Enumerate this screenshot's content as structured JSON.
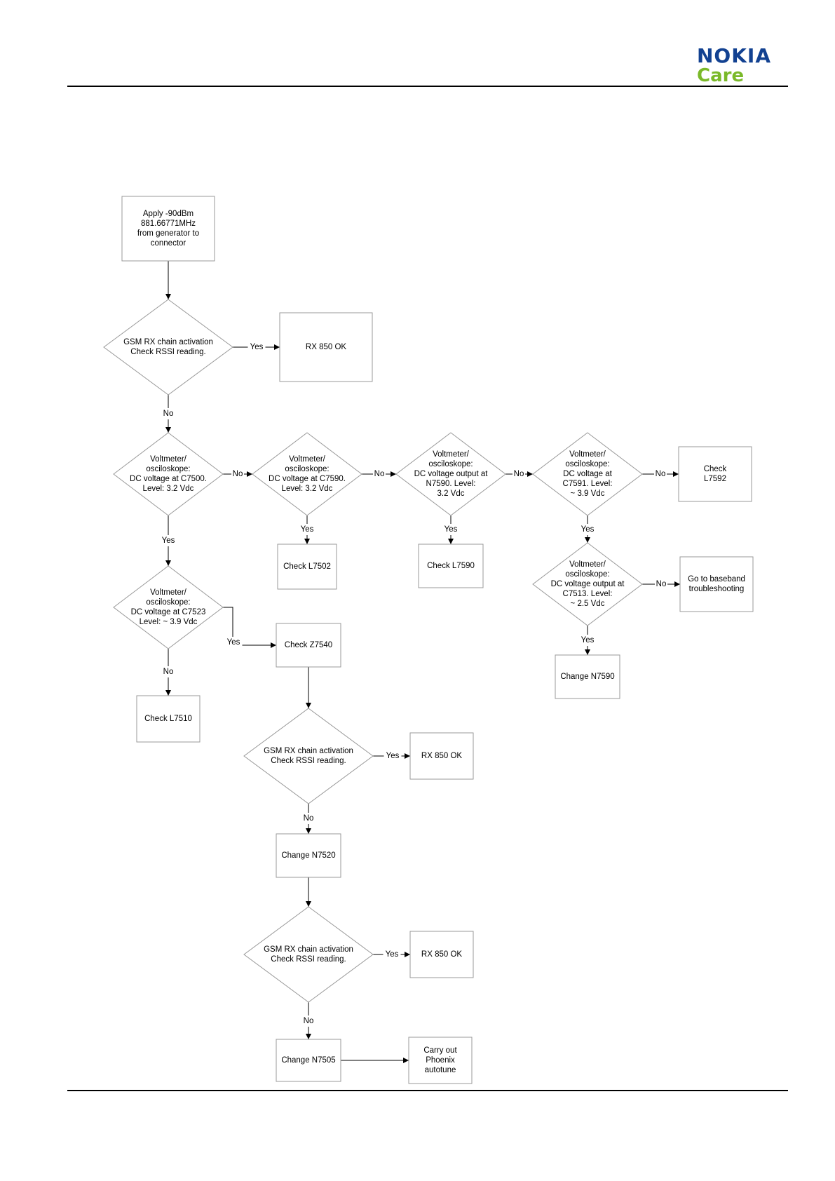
{
  "header": {
    "brand": "NOKIA",
    "sub_brand": "Care"
  },
  "colors": {
    "brand_blue": "#124191",
    "brand_green": "#7ab929",
    "line": "#000000",
    "shape_stroke": "#999999"
  },
  "flowchart": {
    "nodes": [
      {
        "id": "n1",
        "shape": "rect",
        "lines": [
          "Apply -90dBm",
          "881.66771MHz",
          "from generator to",
          "connector"
        ]
      },
      {
        "id": "d1",
        "shape": "diamond",
        "lines": [
          "GSM RX chain activation",
          "Check RSSI reading."
        ]
      },
      {
        "id": "r1",
        "shape": "rect",
        "lines": [
          "RX 850 OK"
        ]
      },
      {
        "id": "d2",
        "shape": "diamond",
        "lines": [
          "Voltmeter/",
          "osciloskope:",
          "DC voltage at C7500.",
          "Level: 3.2 Vdc"
        ]
      },
      {
        "id": "d3",
        "shape": "diamond",
        "lines": [
          "Voltmeter/",
          "osciloskope:",
          "DC voltage at C7590.",
          "Level: 3.2 Vdc"
        ]
      },
      {
        "id": "d4",
        "shape": "diamond",
        "lines": [
          "Voltmeter/",
          "osciloskope:",
          "DC voltage output at",
          "N7590. Level:",
          "3.2 Vdc"
        ]
      },
      {
        "id": "d5",
        "shape": "diamond",
        "lines": [
          "Voltmeter/",
          "osciloskope:",
          "DC voltage at",
          "C7591. Level:",
          "~ 3.9 Vdc"
        ]
      },
      {
        "id": "r2",
        "shape": "rect",
        "lines": [
          "Check",
          "L7592"
        ]
      },
      {
        "id": "r3",
        "shape": "rect",
        "lines": [
          "Check L7502"
        ]
      },
      {
        "id": "r4",
        "shape": "rect",
        "lines": [
          "Check L7590"
        ]
      },
      {
        "id": "d6",
        "shape": "diamond",
        "lines": [
          "Voltmeter/",
          "osciloskope:",
          "DC voltage output at",
          "C7513. Level:",
          "~ 2.5 Vdc"
        ]
      },
      {
        "id": "r5",
        "shape": "rect",
        "lines": [
          "Go to baseband",
          "troubleshooting"
        ]
      },
      {
        "id": "r6",
        "shape": "rect",
        "lines": [
          "Change N7590"
        ]
      },
      {
        "id": "d7",
        "shape": "diamond",
        "lines": [
          "Voltmeter/",
          "osciloskope:",
          "DC voltage at C7523",
          "Level: ~ 3.9 Vdc"
        ]
      },
      {
        "id": "r7",
        "shape": "rect",
        "lines": [
          "Check Z7540"
        ]
      },
      {
        "id": "r8",
        "shape": "rect",
        "lines": [
          "Check L7510"
        ]
      },
      {
        "id": "d8",
        "shape": "diamond",
        "lines": [
          "GSM RX chain activation",
          "Check RSSI reading."
        ]
      },
      {
        "id": "r9",
        "shape": "rect",
        "lines": [
          "RX 850 OK"
        ]
      },
      {
        "id": "r10",
        "shape": "rect",
        "lines": [
          "Change N7520"
        ]
      },
      {
        "id": "d9",
        "shape": "diamond",
        "lines": [
          "GSM RX chain activation",
          "Check RSSI reading."
        ]
      },
      {
        "id": "r11",
        "shape": "rect",
        "lines": [
          "RX 850 OK"
        ]
      },
      {
        "id": "r12",
        "shape": "rect",
        "lines": [
          "Change N7505"
        ]
      },
      {
        "id": "r13",
        "shape": "rect",
        "lines": [
          "Carry out",
          "Phoenix",
          "autotune"
        ]
      }
    ],
    "edges": [
      {
        "from": "n1",
        "to": "d1",
        "label": ""
      },
      {
        "from": "d1",
        "to": "r1",
        "label": "Yes"
      },
      {
        "from": "d1",
        "to": "d2",
        "label": "No"
      },
      {
        "from": "d2",
        "to": "d3",
        "label": "No"
      },
      {
        "from": "d2",
        "to": "d7",
        "label": "Yes"
      },
      {
        "from": "d3",
        "to": "d4",
        "label": "No"
      },
      {
        "from": "d3",
        "to": "r3",
        "label": "Yes"
      },
      {
        "from": "d4",
        "to": "d5",
        "label": "No"
      },
      {
        "from": "d4",
        "to": "r4",
        "label": "Yes"
      },
      {
        "from": "d5",
        "to": "r2",
        "label": "No"
      },
      {
        "from": "d5",
        "to": "d6",
        "label": "Yes"
      },
      {
        "from": "d6",
        "to": "r5",
        "label": "No"
      },
      {
        "from": "d6",
        "to": "r6",
        "label": "Yes"
      },
      {
        "from": "d7",
        "to": "r7",
        "label": "Yes"
      },
      {
        "from": "d7",
        "to": "r8",
        "label": "No"
      },
      {
        "from": "r7",
        "to": "d8",
        "label": ""
      },
      {
        "from": "d8",
        "to": "r9",
        "label": "Yes"
      },
      {
        "from": "d8",
        "to": "r10",
        "label": "No"
      },
      {
        "from": "r10",
        "to": "d9",
        "label": ""
      },
      {
        "from": "d9",
        "to": "r11",
        "label": "Yes"
      },
      {
        "from": "d9",
        "to": "r12",
        "label": "No"
      },
      {
        "from": "r12",
        "to": "r13",
        "label": ""
      }
    ]
  }
}
